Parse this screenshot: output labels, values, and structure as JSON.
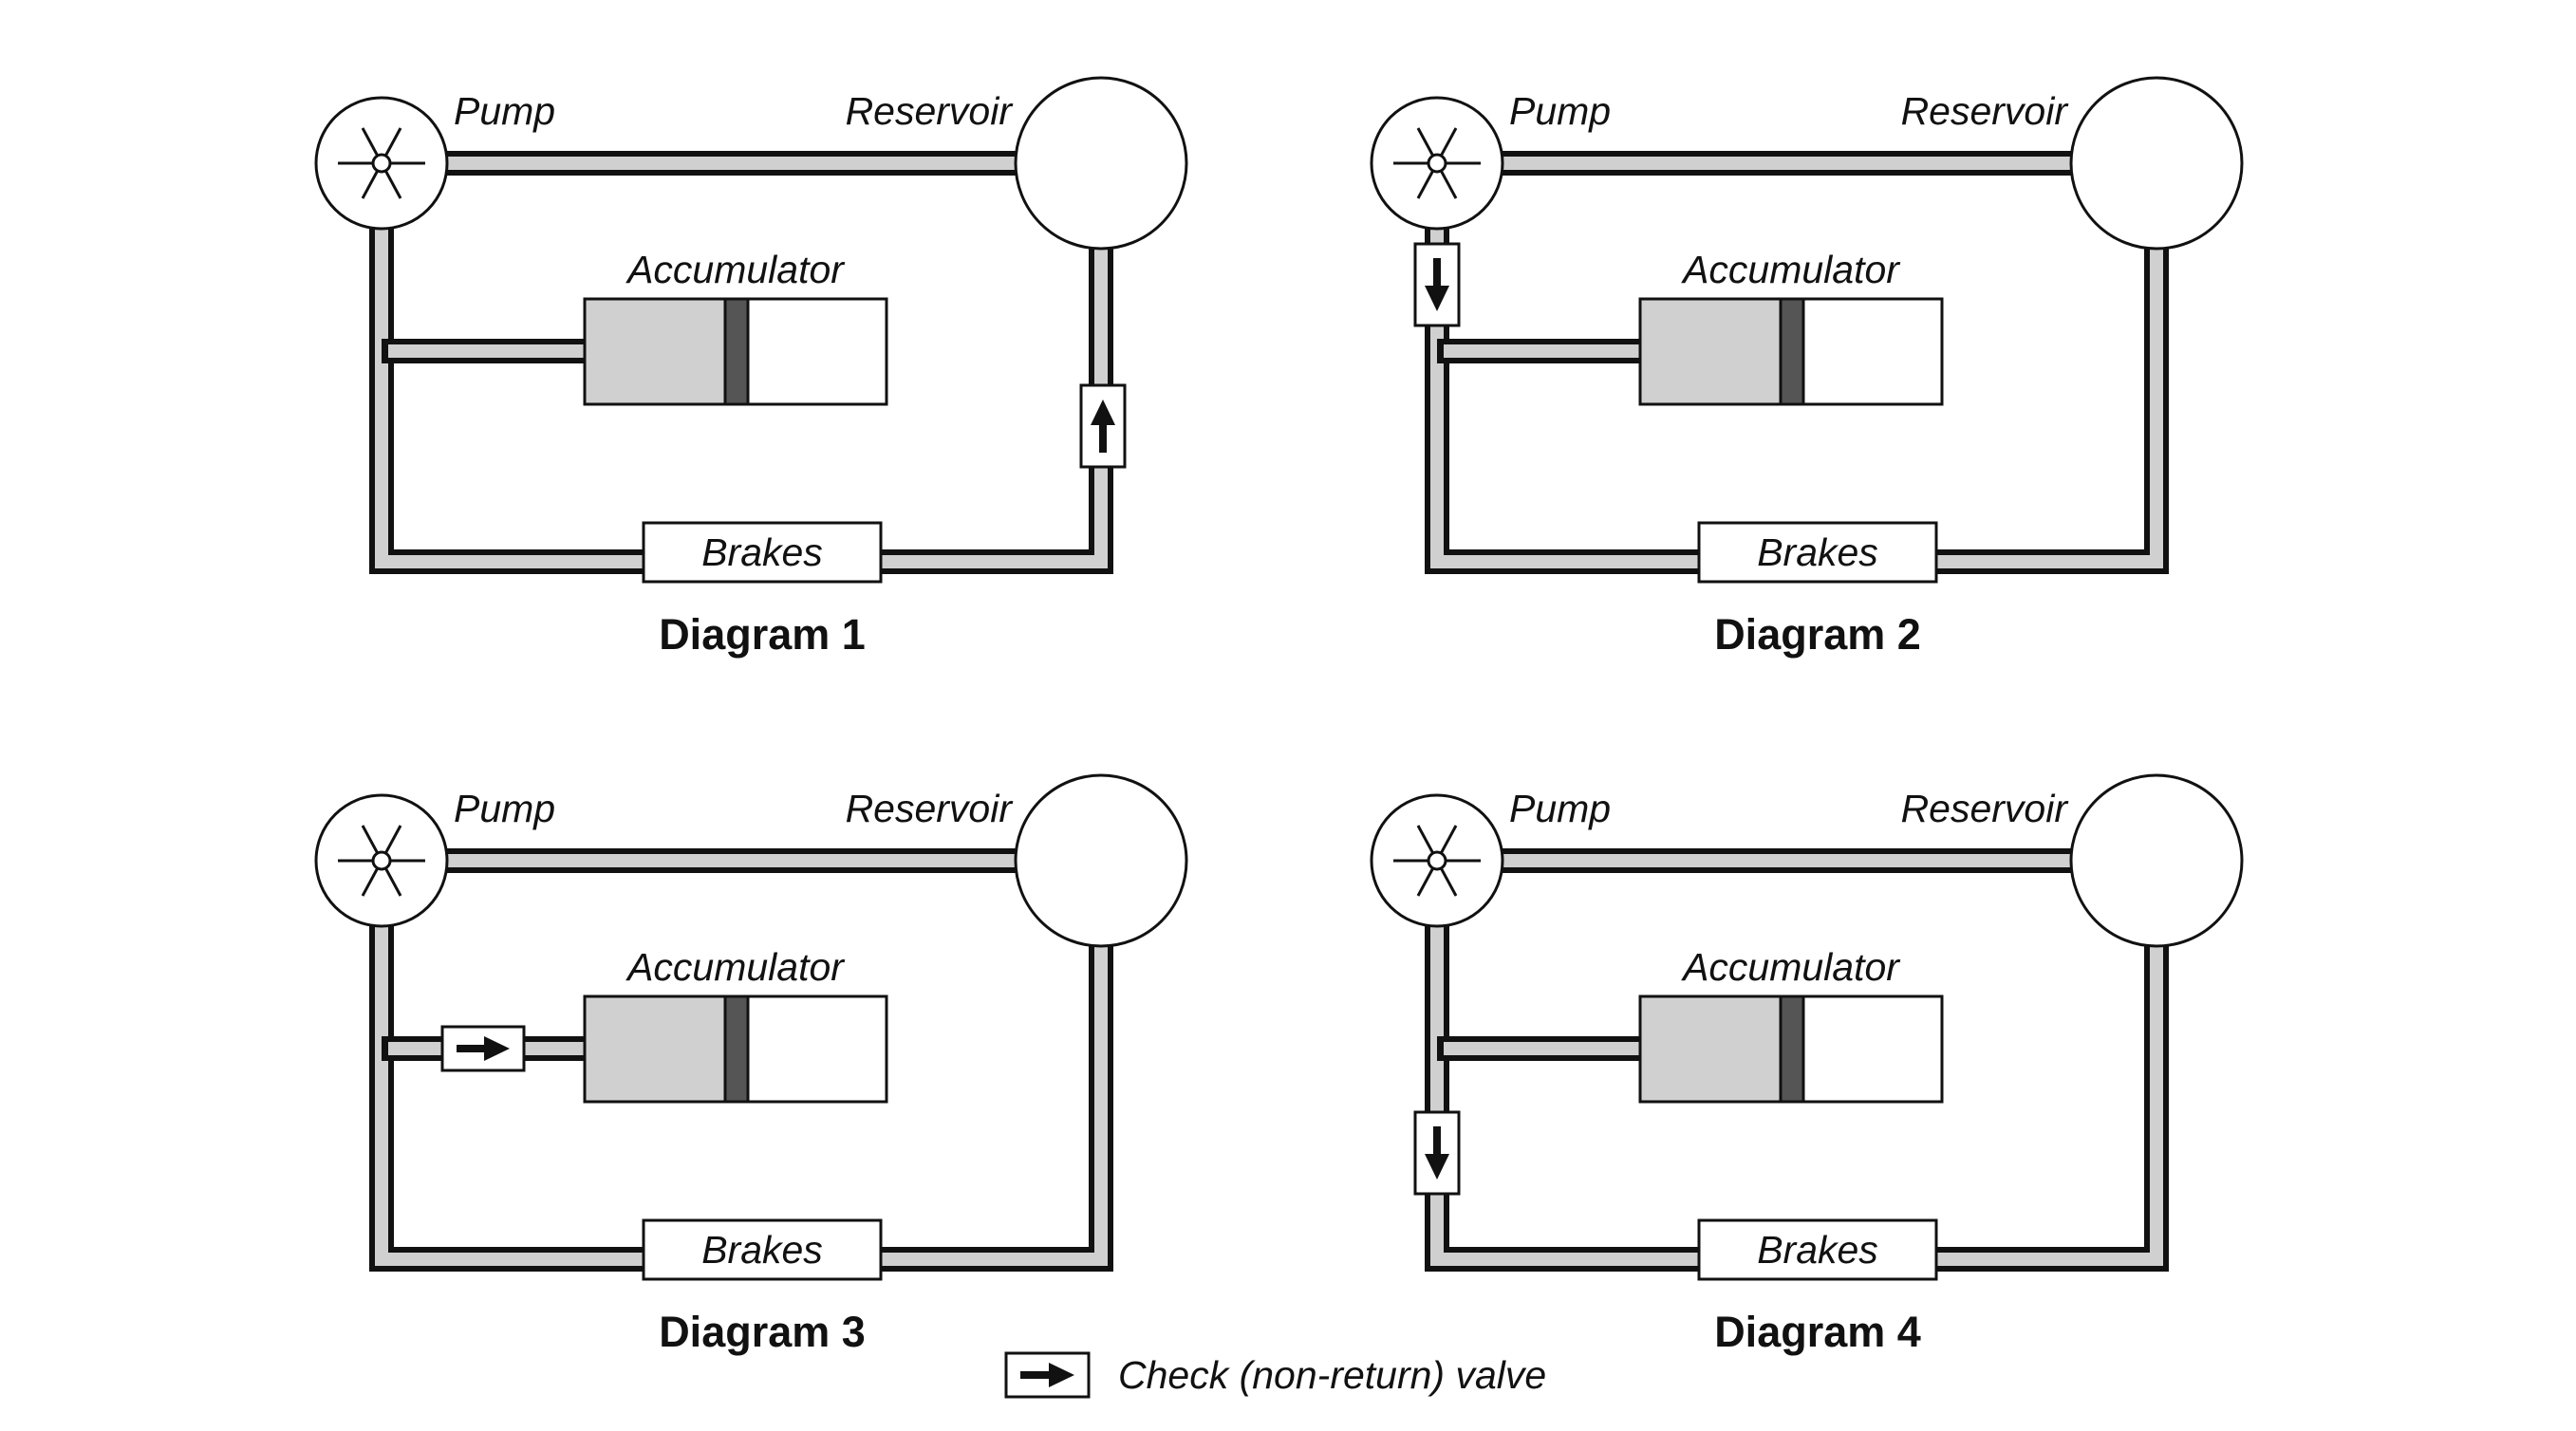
{
  "labels": {
    "pump": "Pump",
    "reservoir": "Reservoir",
    "accumulator": "Accumulator",
    "brakes": "Brakes"
  },
  "diagrams": [
    {
      "title": "Diagram 1",
      "check_valve": "return-line-right",
      "arrow": "up"
    },
    {
      "title": "Diagram 2",
      "check_valve": "pump-outlet",
      "arrow": "down"
    },
    {
      "title": "Diagram 3",
      "check_valve": "accumulator-inlet",
      "arrow": "right"
    },
    {
      "title": "Diagram 4",
      "check_valve": "brake-supply-left",
      "arrow": "down"
    }
  ],
  "legend": {
    "text": "Check (non-return) valve",
    "arrow": "right"
  },
  "colors": {
    "pipe_fill": "#d0d0d0",
    "accumulator_fill": "#d0d0d0",
    "piston": "#555555",
    "outline": "#111111",
    "background": "#ffffff"
  }
}
